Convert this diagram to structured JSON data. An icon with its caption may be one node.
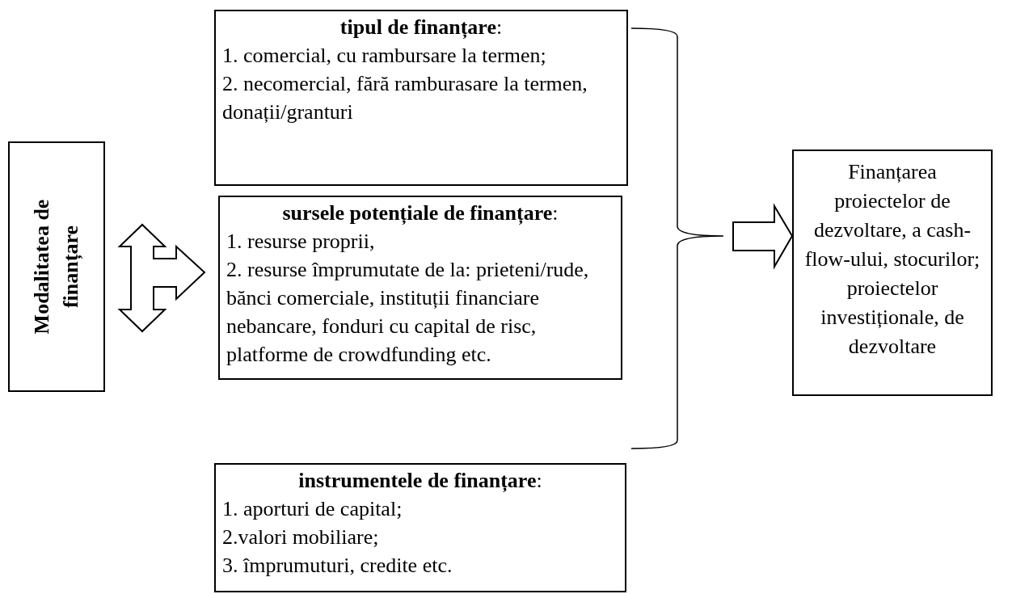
{
  "diagram": {
    "nodes": [
      {
        "text": [
          "Modalitatea de finanțare"
        ]
      },
      {
        "text": [
          "**tipul de finanțare**:",
          "1. comercial, cu rambursare la termen;",
          "2. necomercial, fără ramburasare la termen, donații/granturi"
        ]
      },
      {
        "text": [
          "**sursele potențiale de finanțare**:",
          "1. resurse proprii,",
          "2. resurse împrumutate de la: prieteni/rude, bănci comerciale, instituții financiare nebancare, fonduri cu capital de risc, platforme de crowdfunding etc."
        ]
      },
      {
        "text": [
          "**instrumentele de finanțare**:",
          "1. aporturi de capital;",
          "2.valori mobiliare;",
          "3. împrumuturi, credite etc."
        ]
      },
      {
        "text": [
          "Finanțarea proiectelor de dezvoltare, a cash-flow-ului, stocurilor; proiectelor investiționale, de dezvoltare"
        ]
      }
    ],
    "edges": [
      {
        "from": 0,
        "to": 1,
        "arrow": "to"
      },
      {
        "from": 0,
        "to": 2,
        "arrow": "to"
      },
      {
        "from": 0,
        "to": null,
        "arrow": "to"
      },
      {
        "from": null,
        "to": 4,
        "arrow": "to"
      }
    ]
  }
}
